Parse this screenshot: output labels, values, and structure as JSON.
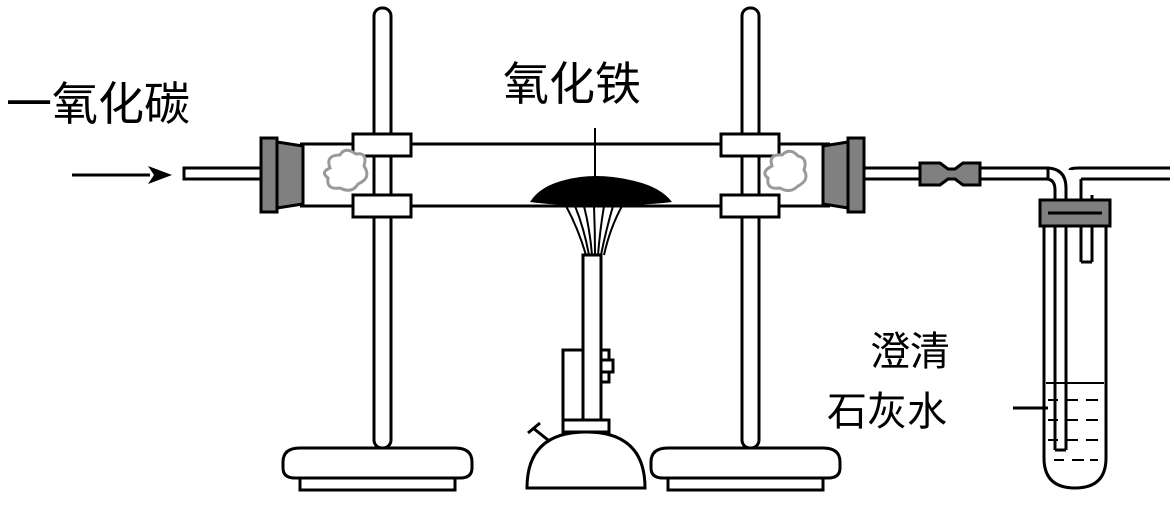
{
  "labels": {
    "carbon_monoxide": "一氧化碳",
    "iron_oxide": "氧化铁",
    "limewater_line1": "澄清",
    "limewater_line2": "石灰水"
  },
  "colors": {
    "line": "#000000",
    "stopper": "#808080",
    "cotton": "#999999",
    "background": "#ffffff"
  }
}
